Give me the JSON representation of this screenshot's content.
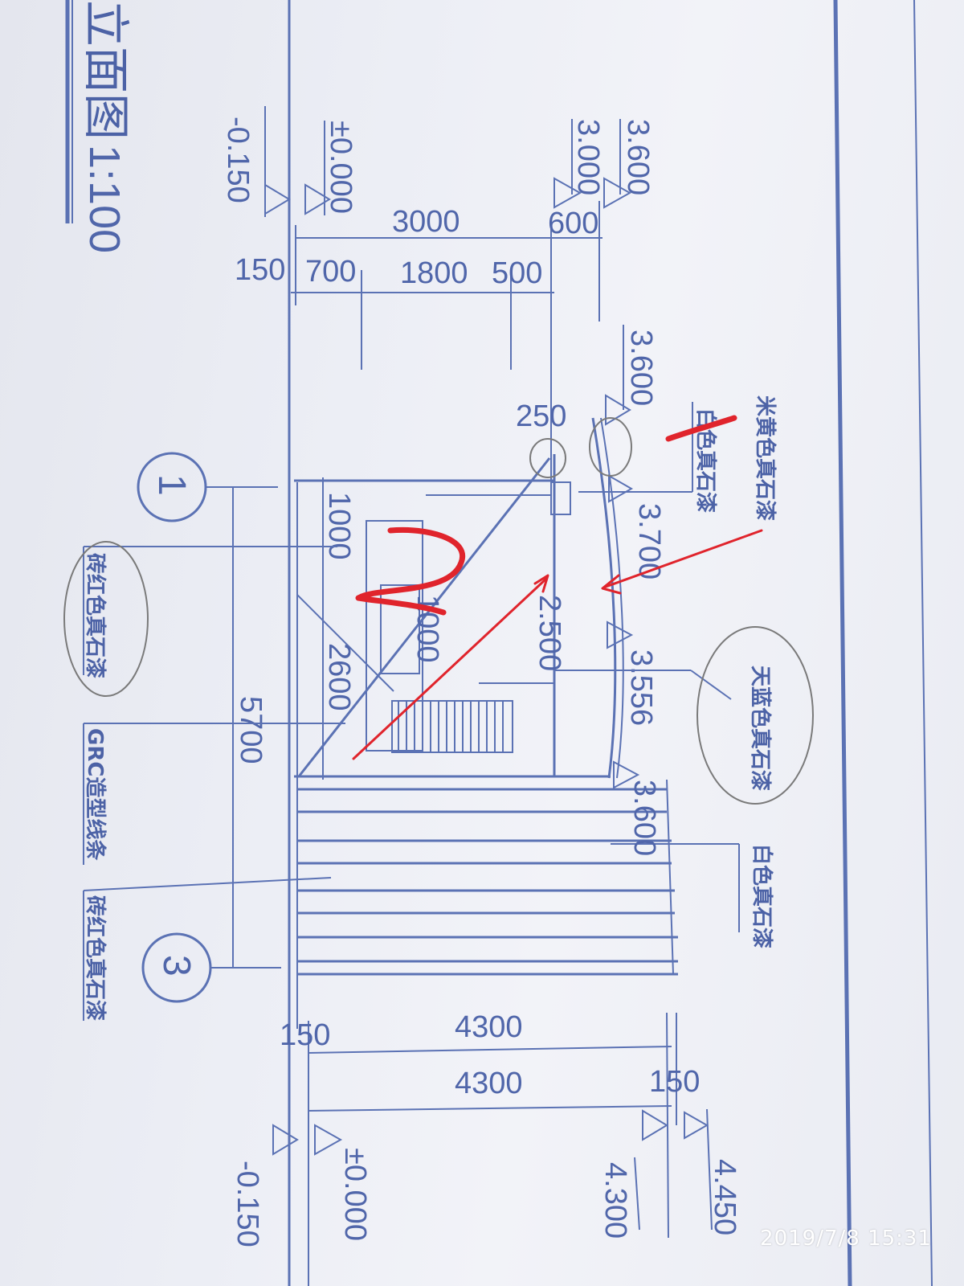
{
  "title": {
    "text": "立面图",
    "scale": "1:100"
  },
  "levels": {
    "top_left_a": "3.600",
    "top_left_b": "3.000",
    "top_middle": "3.600",
    "zero_top": "±0.000",
    "minus_top": "-0.150",
    "l_3700": "3.700",
    "l_2500": "2.500",
    "l_3556": "3.556",
    "l_3600b": "3.600",
    "bottom_4450": "4.450",
    "bottom_4300": "4.300",
    "zero_bottom": "±0.000",
    "minus_bottom": "-0.150"
  },
  "dimensions": {
    "d3000": "3000",
    "d600": "600",
    "d150a": "150",
    "d700": "700",
    "d1800": "1800",
    "d500": "500",
    "d250": "250",
    "d1000a": "1000",
    "d1000b": "1000",
    "d2600": "2600",
    "d5700": "5700",
    "d4300a": "4300",
    "d4300b": "4300",
    "d150b": "150",
    "d150c": "150"
  },
  "axes": {
    "a1": "1",
    "a3": "3"
  },
  "notes": {
    "mihuang": "米黄色真石漆",
    "baise_top": "白色真石漆",
    "tianlan": "天蓝色真石漆",
    "baise_bottom": "白色真石漆",
    "zhuanhong_top": "砖红色真石漆",
    "grc": "GRC造型线条",
    "zhuanhong_bottom": "砖红色真石漆"
  },
  "timestamp": "2019/7/8  15:31",
  "colors": {
    "ink": "#5b72b4",
    "markup": "#e0242c",
    "paper": "#eceef5"
  }
}
